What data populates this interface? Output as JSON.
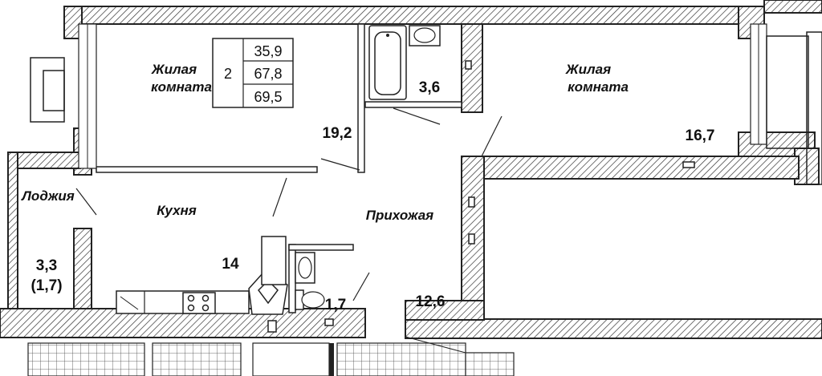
{
  "summary": {
    "rooms": "2",
    "living_area": "35,9",
    "total_area": "67,8",
    "total_area_with_loggia": "69,5"
  },
  "rooms": {
    "living_room_1": {
      "label_line1": "Жилая",
      "label_line2": "комната",
      "area": "19,2"
    },
    "living_room_2": {
      "label_line1": "Жилая",
      "label_line2": "комната",
      "area": "16,7"
    },
    "bathroom": {
      "area": "3,6"
    },
    "kitchen": {
      "label": "Кухня",
      "area": "14"
    },
    "hallway": {
      "label": "Прихожая",
      "area": "12,6"
    },
    "toilet": {
      "area": "1,7"
    },
    "loggia": {
      "label": "Лоджия",
      "area": "3,3",
      "area_reduced": "(1,7)"
    }
  }
}
